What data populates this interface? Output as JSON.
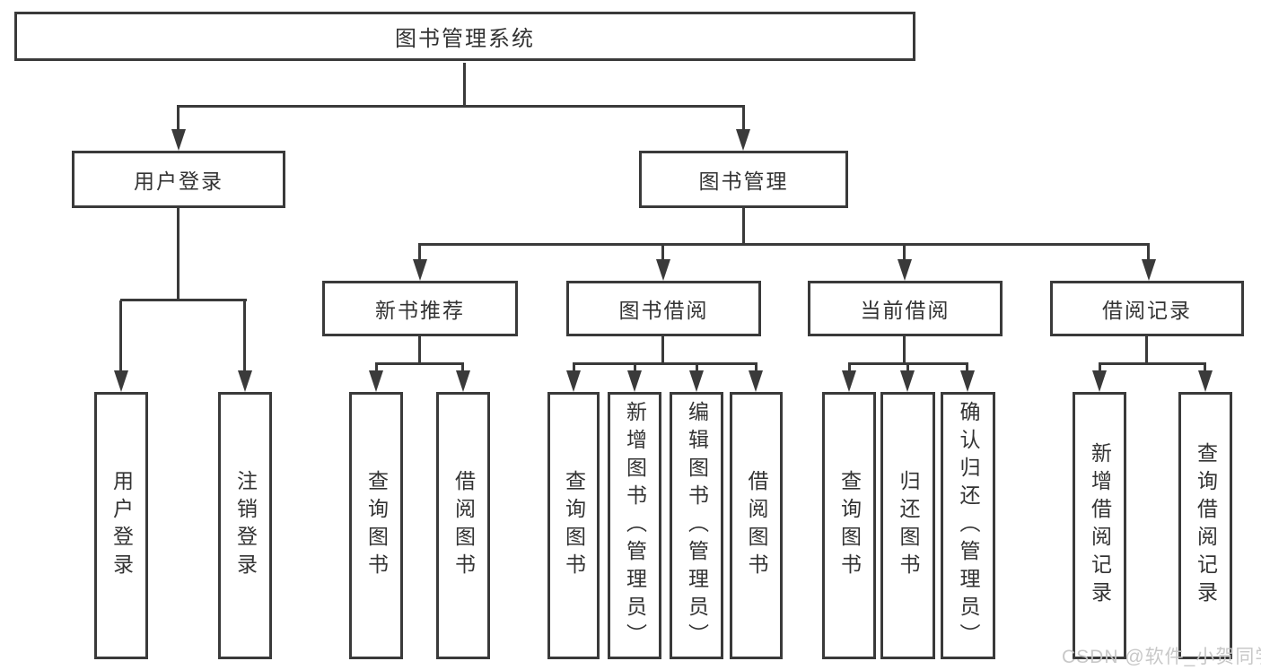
{
  "diagram": {
    "root": {
      "label": "图书管理系统"
    },
    "branches": [
      {
        "label": "用户登录",
        "children": [
          {
            "label": "用户登录"
          },
          {
            "label": "注销登录"
          }
        ]
      },
      {
        "label": "图书管理",
        "children": [
          {
            "label": "新书推荐",
            "children": [
              {
                "label": "查询图书"
              },
              {
                "label": "借阅图书"
              }
            ]
          },
          {
            "label": "图书借阅",
            "children": [
              {
                "label": "查询图书"
              },
              {
                "label": "新增图书（管理员）"
              },
              {
                "label": "编辑图书（管理员）"
              },
              {
                "label": "借阅图书"
              }
            ]
          },
          {
            "label": "当前借阅",
            "children": [
              {
                "label": "查询图书"
              },
              {
                "label": "归还图书"
              },
              {
                "label": "确认归还（管理员）"
              }
            ]
          },
          {
            "label": "借阅记录",
            "children": [
              {
                "label": "新增借阅记录"
              },
              {
                "label": "查询借阅记录"
              }
            ]
          }
        ]
      }
    ]
  },
  "watermark": {
    "text": "CSDN @软件_小贺同学"
  },
  "colors": {
    "line": "#3a3a3a",
    "text": "#333333",
    "background": "#ffffff",
    "watermark": "#c6c6c6"
  }
}
